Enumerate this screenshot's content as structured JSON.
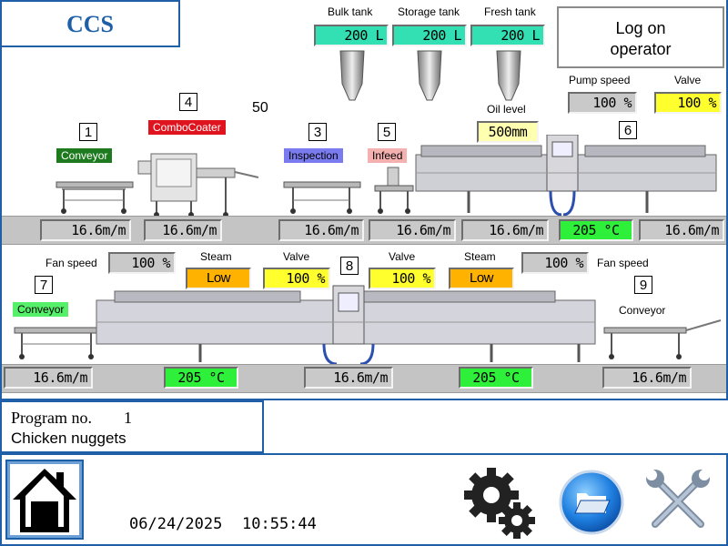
{
  "app": {
    "title": "CCS"
  },
  "login": {
    "label_line1": "Log on",
    "label_line2": "operator"
  },
  "tanks": [
    {
      "label": "Bulk tank",
      "value": "200 L"
    },
    {
      "label": "Storage tank",
      "value": "200 L"
    },
    {
      "label": "Fresh tank",
      "value": "200 L"
    }
  ],
  "pump": {
    "label": "Pump speed",
    "value": "100 %"
  },
  "valve_top": {
    "label": "Valve",
    "value": "100 %"
  },
  "oil": {
    "label": "Oil level",
    "value": "500mm"
  },
  "counter": "50",
  "stations_top": [
    {
      "number": "1",
      "name": "Conveyor",
      "color": "#1e7a1e",
      "text_color": "#ffffff"
    },
    {
      "number": "4",
      "name": "ComboCoater",
      "color": "#e0141e",
      "text_color": "#ffffff"
    },
    {
      "number": "3",
      "name": "Inspection",
      "color": "#7b7bf0",
      "text_color": "#000000"
    },
    {
      "number": "5",
      "name": "Infeed",
      "color": "#f5b0b0",
      "text_color": "#000000"
    },
    {
      "number": "6",
      "name": "",
      "color": "",
      "text_color": ""
    }
  ],
  "top_readouts": {
    "speed1": "16.6m/m",
    "speed2": "16.6m/m",
    "speed3": "16.6m/m",
    "speed4": "16.6m/m",
    "speed5": "16.6m/m",
    "temp": "205 °C",
    "speed6": "16.6m/m"
  },
  "bottom": {
    "fan_left": {
      "label": "Fan speed",
      "value": "100 %"
    },
    "steam_left": {
      "label": "Steam",
      "value": "Low"
    },
    "valve_left": {
      "label": "Valve",
      "value": "100 %"
    },
    "valve_right": {
      "label": "Valve",
      "value": "100 %"
    },
    "steam_right": {
      "label": "Steam",
      "value": "Low"
    },
    "fan_right": {
      "label": "Fan speed",
      "value": "100 %"
    },
    "station7": {
      "number": "7",
      "name": "Conveyor",
      "color": "#55ef6a"
    },
    "station8": {
      "number": "8"
    },
    "station9": {
      "number": "9",
      "name": "Conveyor"
    },
    "speed1": "16.6m/m",
    "temp1": "205 °C",
    "speed2": "16.6m/m",
    "temp2": "205 °C",
    "speed3": "16.6m/m"
  },
  "program": {
    "label": "Program no.",
    "number": "1",
    "name": "Chicken nuggets"
  },
  "footer": {
    "date": "06/24/2025",
    "time": "10:55:44"
  },
  "colors": {
    "frame": "#1f5fa8",
    "title": "#1f5fa8",
    "strip": "#c4c4c4"
  },
  "icons": [
    "home-icon",
    "gears-icon",
    "folder-icon",
    "tools-icon"
  ]
}
